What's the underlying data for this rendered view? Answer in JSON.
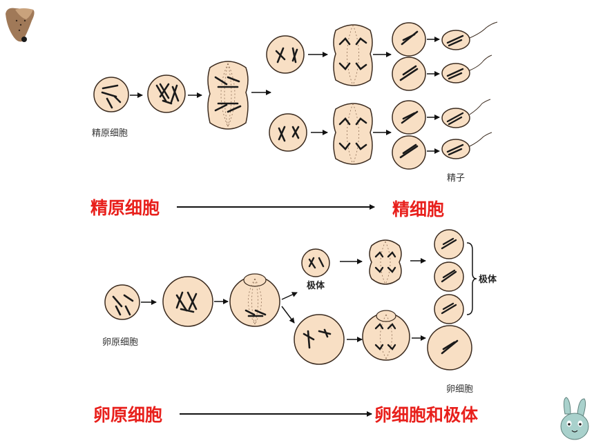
{
  "colors": {
    "cell_fill": "#F8DFC4",
    "cell_stroke": "#3A2A1E",
    "chromosome": "#1A1A1A",
    "arrow": "#111111",
    "headline": "#E8201C",
    "label": "#333333",
    "mascot_bear": "#A07958",
    "mascot_bunny": "#A9D1CC"
  },
  "spermatogenesis": {
    "start_label": "精原细胞",
    "end_label": "精子",
    "summary": {
      "from": "精原细胞",
      "to": "精细胞"
    }
  },
  "oogenesis": {
    "start_label": "卵原细胞",
    "polar_body_small_label": "极体",
    "polar_body_bracket_label": "极体",
    "end_label": "卵细胞",
    "summary": {
      "from": "卵原细胞",
      "to": "卵细胞和极体"
    }
  },
  "decorations": {
    "top_left": "bear-mascot-icon",
    "bottom_right": "bunny-mascot-icon"
  }
}
